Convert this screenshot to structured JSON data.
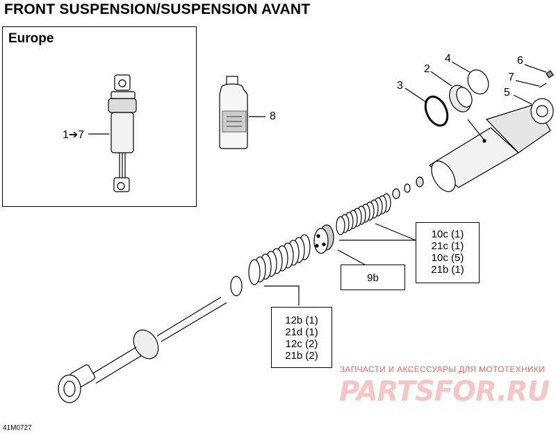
{
  "title": "FRONT SUSPENSION/SUSPENSION AVANT",
  "inset": {
    "label": "Europe",
    "callout_assembly": "1➔7",
    "callout_oil": "8"
  },
  "callouts": {
    "c2": "2",
    "c3": "3",
    "c4": "4",
    "c5": "5",
    "c6": "6",
    "c7": "7"
  },
  "spec_right": [
    "10c (1)",
    "21c (1)",
    "10c (5)",
    "21b (1)"
  ],
  "spec_mid": "9b",
  "spec_bottom": [
    "12b (1)",
    "21d (1)",
    "12c (2)",
    "21b (2)"
  ],
  "drawing_code": "41M0727",
  "watermark": {
    "tagline": "ЗАПЧАСТИ И АКСЕССУАРЫ ДЛЯ МОТОТЕХНИКИ",
    "logo": "PARTSFOR.RU",
    "color": "#d9534f"
  }
}
